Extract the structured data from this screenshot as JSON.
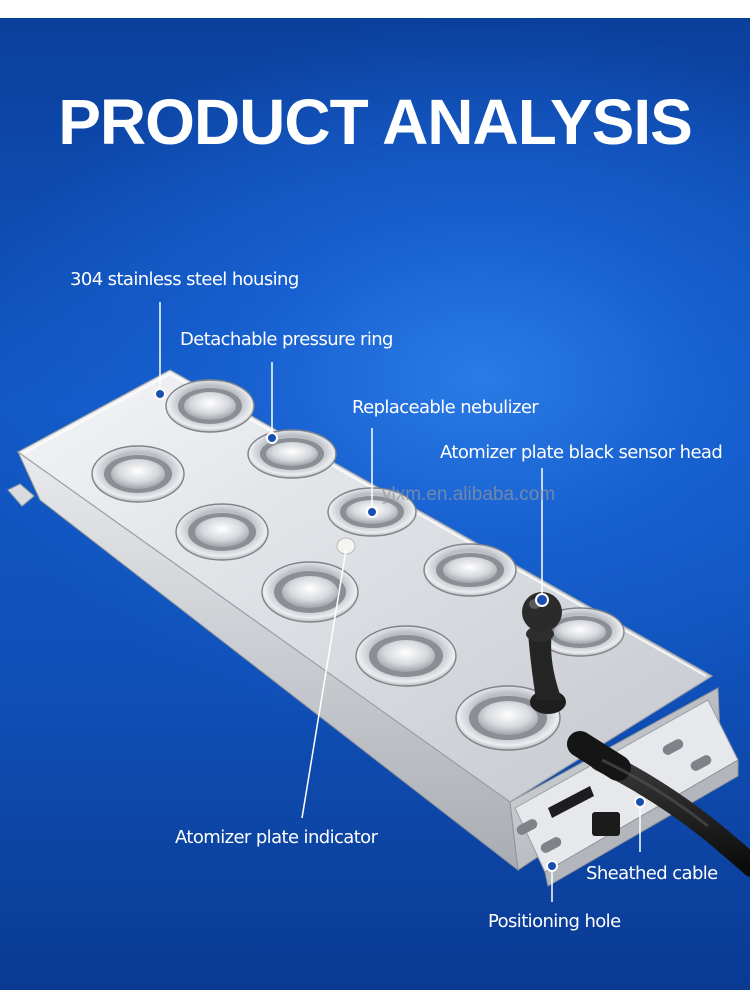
{
  "title": "PRODUCT ANALYSIS",
  "watermark": "ylxm.en.alibaba.com",
  "labels": {
    "housing": "304 stainless steel housing",
    "pressure_ring": "Detachable pressure ring",
    "nebulizer": "Replaceable nebulizer",
    "sensor_head": "Atomizer plate black sensor head",
    "indicator": "Atomizer plate indicator",
    "cable": "Sheathed cable",
    "positioning_hole": "Positioning hole"
  },
  "colors": {
    "background": "#1158c4",
    "text": "#ffffff",
    "callout_dot": "#1a4fb0"
  }
}
